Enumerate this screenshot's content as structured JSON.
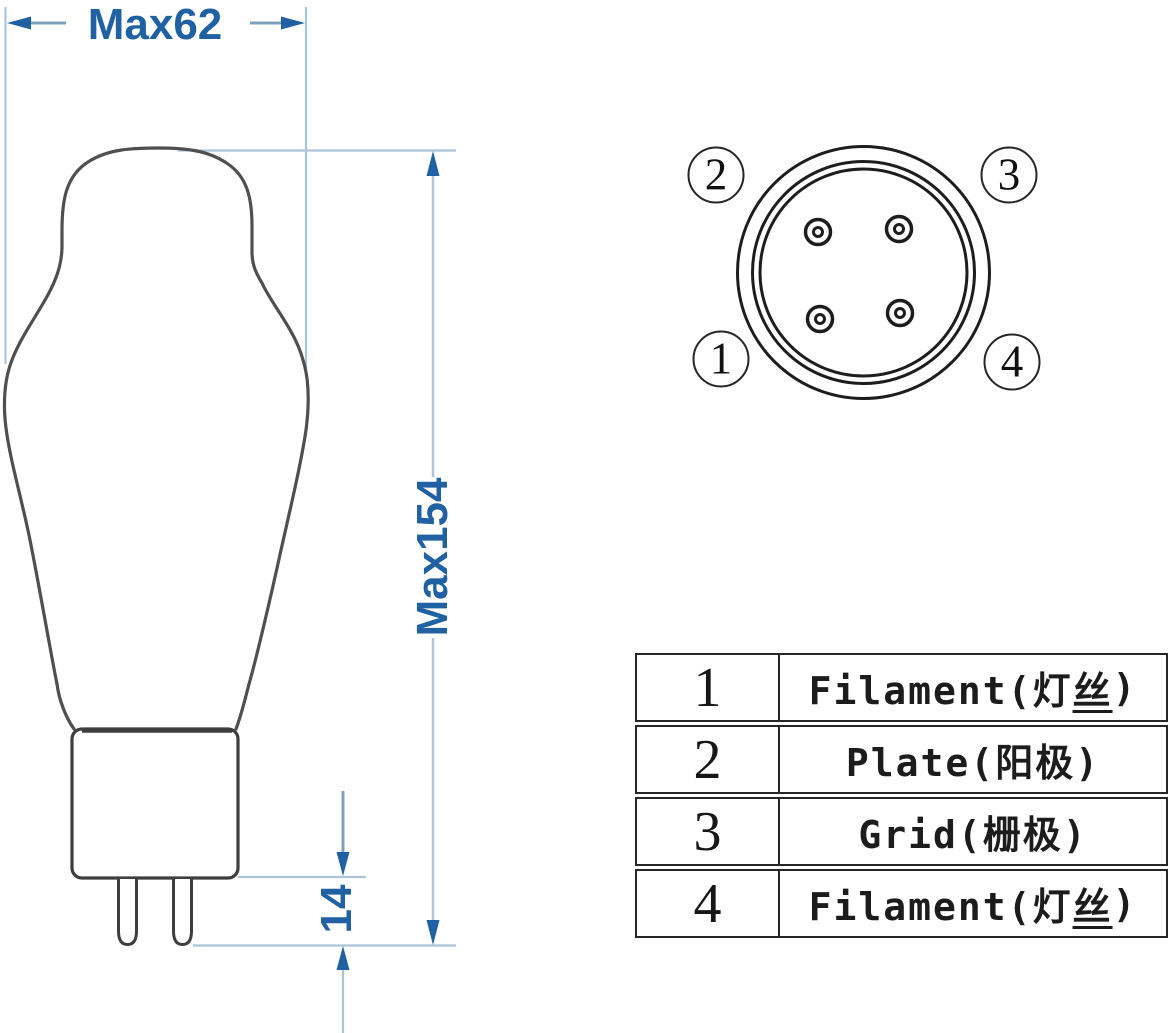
{
  "dimensions": {
    "width_label": "Max62",
    "height_label": "Max154",
    "pin_length_label": "14"
  },
  "socket": {
    "pin_markers": [
      {
        "number": "1",
        "position": "bottom-left"
      },
      {
        "number": "2",
        "position": "top-left"
      },
      {
        "number": "3",
        "position": "top-right"
      },
      {
        "number": "4",
        "position": "bottom-right"
      }
    ]
  },
  "pinout_table": {
    "rows": [
      {
        "num": "1",
        "label_pre": "Filament(灯",
        "label_u": "丝",
        "label_post": ")"
      },
      {
        "num": "2",
        "label_pre": "Plate(阳极)",
        "label_u": "",
        "label_post": ""
      },
      {
        "num": "3",
        "label_pre": "Grid(栅极)",
        "label_u": "",
        "label_post": ""
      },
      {
        "num": "4",
        "label_pre": "Filament(灯",
        "label_u": "丝",
        "label_post": ")"
      }
    ]
  },
  "colors": {
    "dimension_accent": "#1f61a3",
    "dimension_line": "#7fa0bc",
    "extension_line": "#aac4d8",
    "tube_outline": "#4f4f4f",
    "base_outline": "#3e3e3e",
    "ink": "#262626",
    "paper": "#ffffff"
  }
}
